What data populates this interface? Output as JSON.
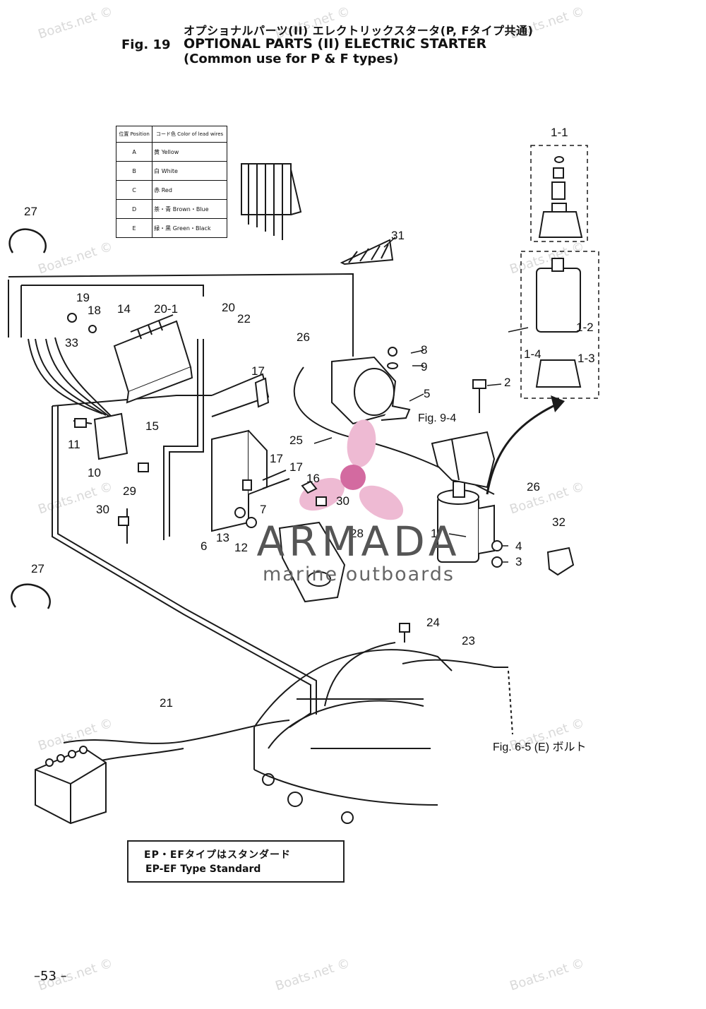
{
  "header": {
    "title_jp": "オプショナルパーツ(II) エレクトリックスタータ(P, Fタイプ共通)",
    "fig": "Fig. 19",
    "title_en_1": "OPTIONAL PARTS (II) ELECTRIC STARTER",
    "title_en_2": "(Common use for P & F types)"
  },
  "color_table": {
    "head_position": "位置\nPosition",
    "head_color": "コード色\nColor of lead wires",
    "rows": [
      {
        "pos": "A",
        "color": "黄 Yellow"
      },
      {
        "pos": "B",
        "color": "白 White"
      },
      {
        "pos": "C",
        "color": "赤 Red"
      },
      {
        "pos": "D",
        "color": "茶・青 Brown・Blue"
      },
      {
        "pos": "E",
        "color": "緑・黒 Green・Black"
      }
    ]
  },
  "part_labels": {
    "p1_1": "1-1",
    "p1_2": "1-2",
    "p1_3": "1-3",
    "p1_4": "1-4",
    "p27a": "27",
    "p27b": "27",
    "p31": "31",
    "p19": "19",
    "p18": "18",
    "p14": "14",
    "p20_1": "20-1",
    "p20": "20",
    "p22": "22",
    "p33": "33",
    "p26a": "26",
    "p8": "8",
    "p9": "9",
    "p17a": "17",
    "p5": "5",
    "p2": "2",
    "p15": "15",
    "p11": "11",
    "p25": "25",
    "p17b": "17",
    "p17c": "17",
    "p16": "16",
    "p10": "10",
    "p29": "29",
    "p30a": "30",
    "p30b": "30",
    "p7": "7",
    "p26b": "26",
    "p32": "32",
    "p28": "28",
    "p1": "1",
    "p4": "4",
    "p3": "3",
    "p13": "13",
    "p12": "12",
    "p6": "6",
    "p24": "24",
    "p23": "23",
    "p21": "21"
  },
  "references": {
    "fig_9_4": "Fig. 9-4",
    "fig_6_5": "Fig. 6-5 (E) ボルト"
  },
  "standard_box": {
    "jp": "EP・EFタイプはスタンダード",
    "en": "EP-EF Type Standard"
  },
  "watermark": "Boats.net ©",
  "brand": {
    "name": "ARMADA",
    "sub": "marine outboards"
  },
  "page_number": "–53 –"
}
